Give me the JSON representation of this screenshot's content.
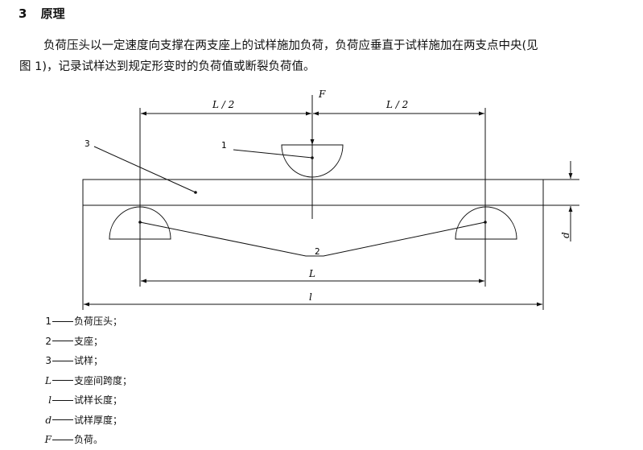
{
  "section": {
    "number": "3",
    "title": "原理"
  },
  "paragraph": {
    "line1": "负荷压头以一定速度向支撑在两支座上的试样施加负荷，负荷应垂直于试样施加在两支点中央(见",
    "line2": "图 1)，记录试样达到规定形变时的负荷值或断裂负荷值。"
  },
  "figure": {
    "force_label": "F",
    "half_span_left": "L / 2",
    "half_span_right": "L / 2",
    "span_label": "L",
    "length_label": "l",
    "thickness_label": "d",
    "callout_1": "1",
    "callout_2": "2",
    "callout_3": "3"
  },
  "legend": [
    {
      "symbol": "1",
      "text": "负荷压头；",
      "italic": false
    },
    {
      "symbol": "2",
      "text": "支座；",
      "italic": false
    },
    {
      "symbol": "3",
      "text": "试样；",
      "italic": false
    },
    {
      "symbol": "L",
      "text": "支座间跨度；",
      "italic": true
    },
    {
      "symbol": "l",
      "text": "试样长度；",
      "italic": true
    },
    {
      "symbol": "d",
      "text": "试样厚度；",
      "italic": true
    },
    {
      "symbol": "F",
      "text": "负荷。",
      "italic": true
    }
  ]
}
